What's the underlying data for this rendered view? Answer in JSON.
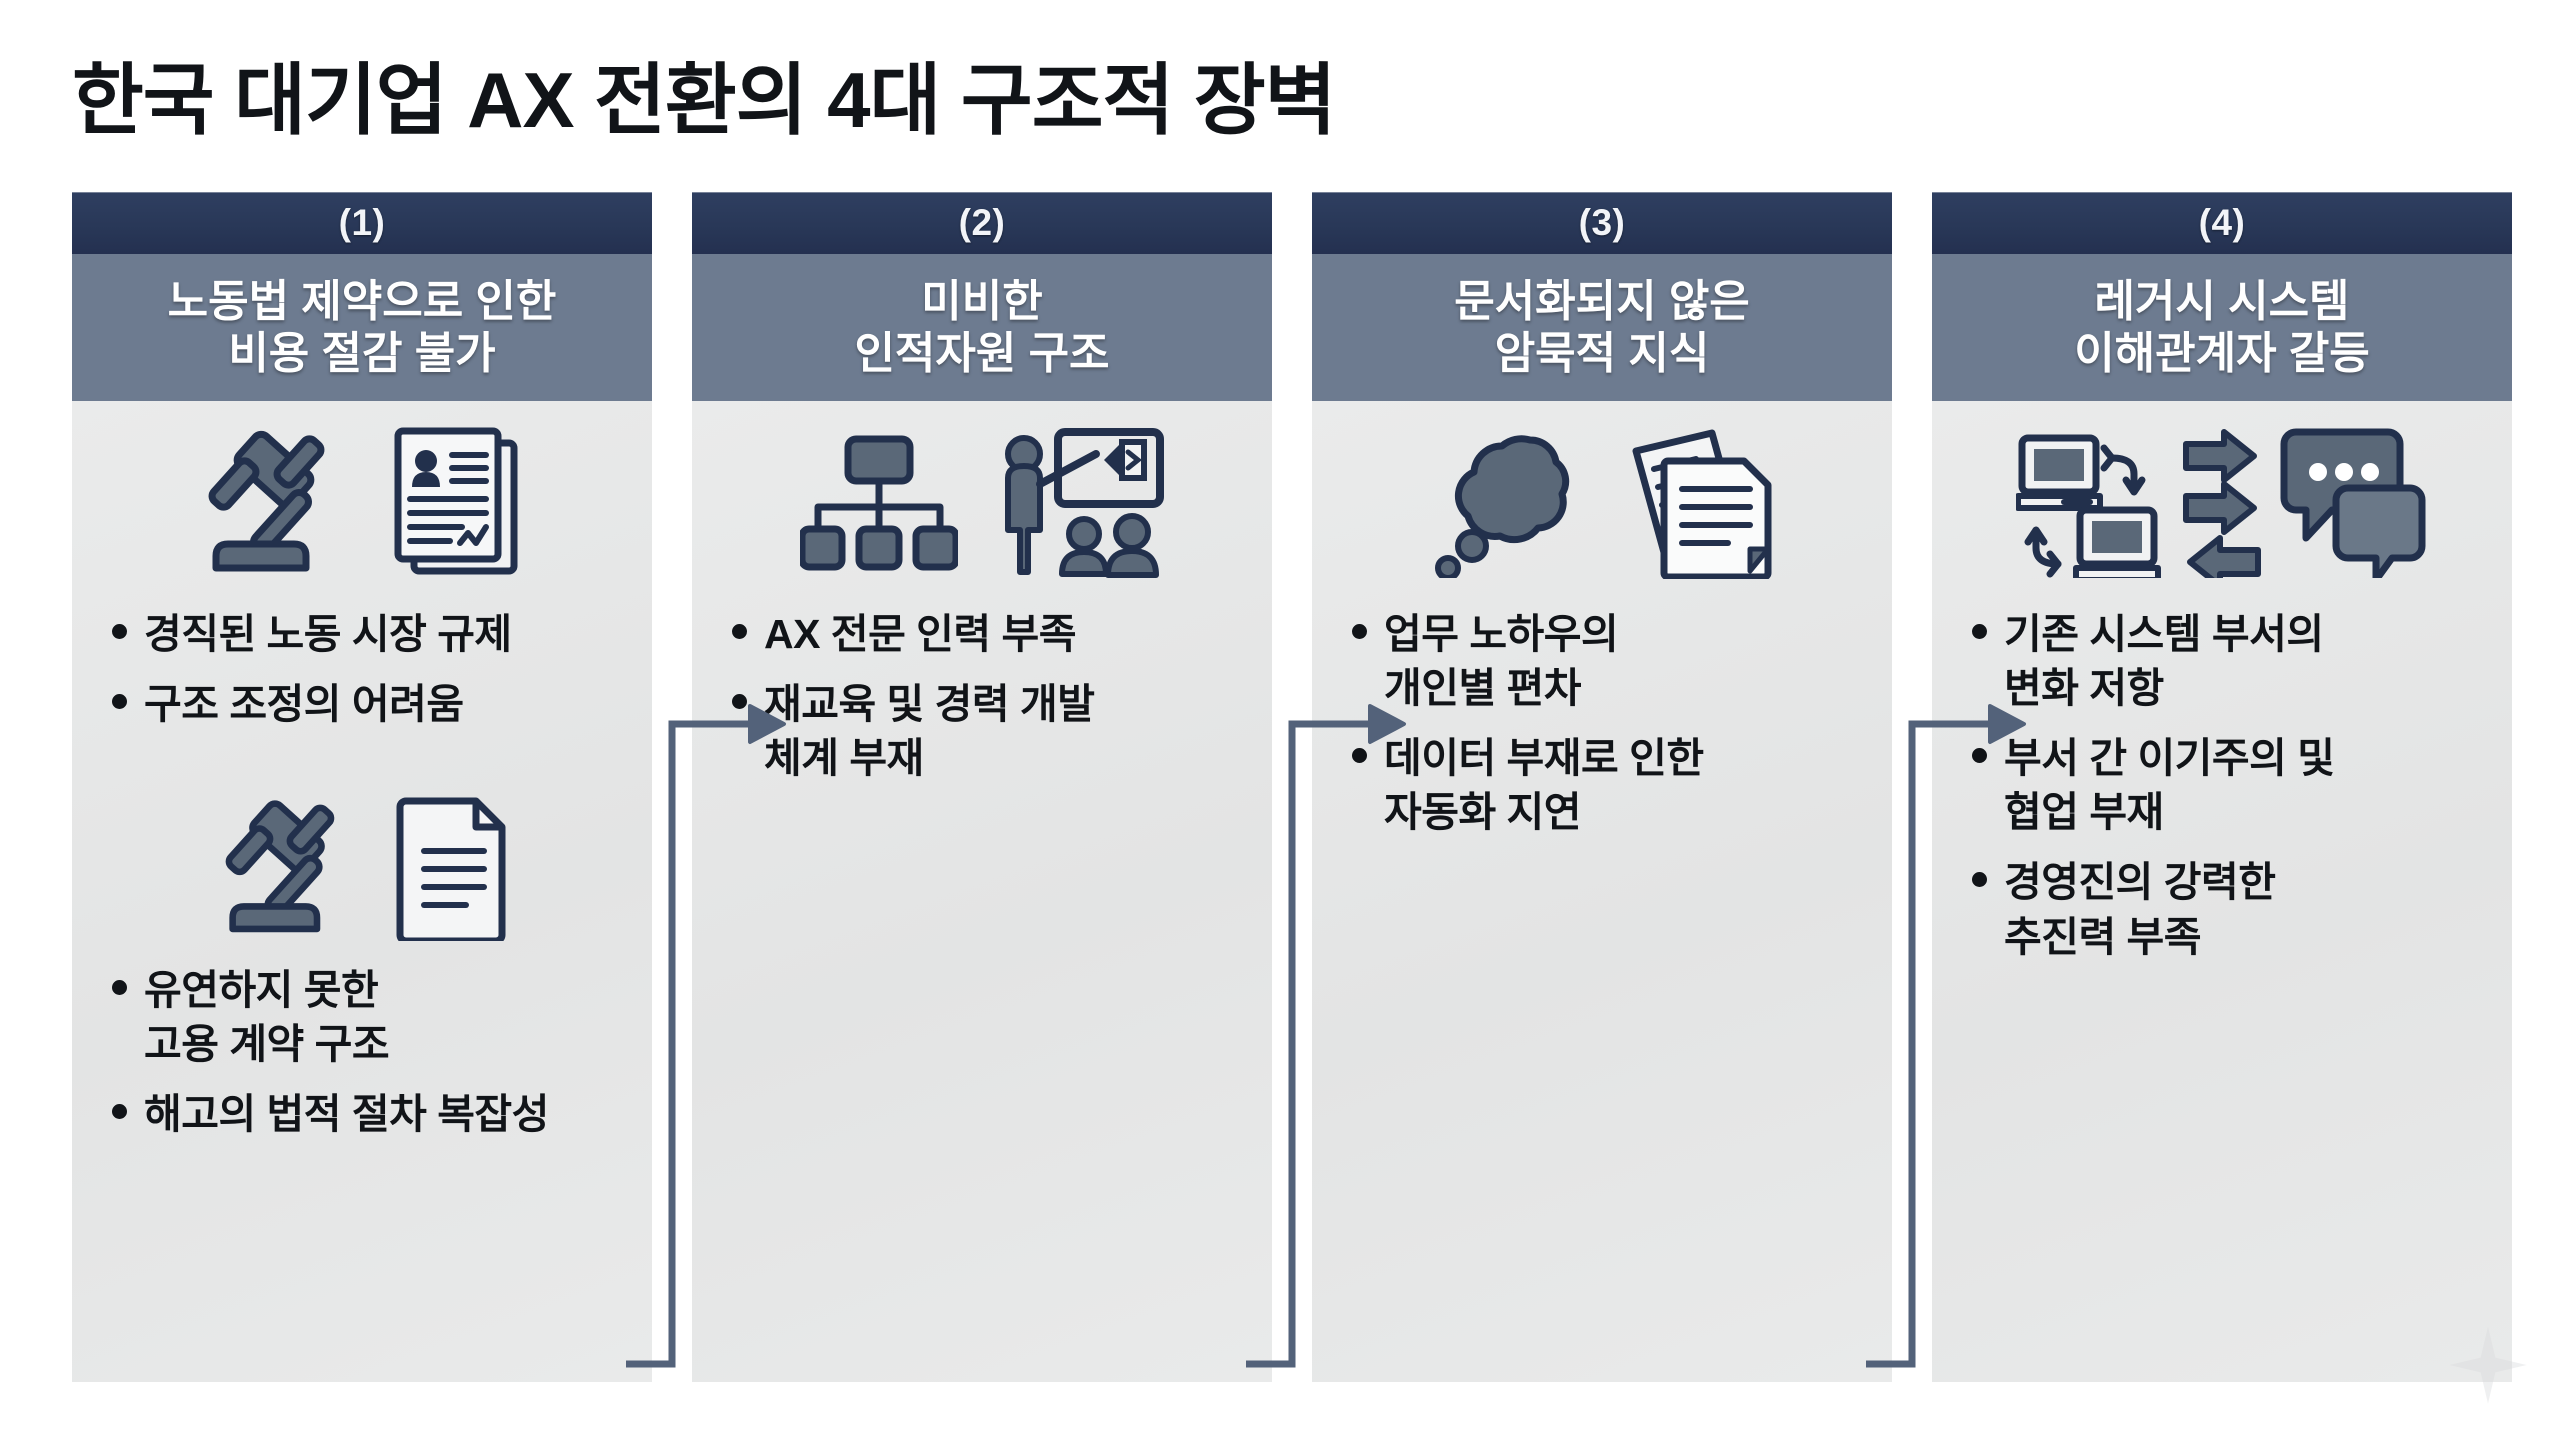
{
  "title": "한국 대기업 AX 전환의 4대 구조적 장벽",
  "colors": {
    "header_navy": "#2a3a5c",
    "title_slate": "#6d7b90",
    "body_gray": "#e7e8e8",
    "text_dark": "#111418",
    "icon_dark": "#22304c",
    "icon_slate": "#5a6878",
    "connector": "#53627a",
    "page_background": "#ffffff"
  },
  "columns": [
    {
      "number": "(1)",
      "title_line1": "노동법 제약으로 인한",
      "title_line2": "비용 절감 불가",
      "icons_primary": [
        "gavel-icon",
        "resume-document-icon"
      ],
      "icons_secondary": [
        "gavel-icon",
        "document-icon"
      ],
      "bullets_first": [
        {
          "line1": "경직된 노동 시장 규제",
          "line2": ""
        },
        {
          "line1": "구조 조정의 어려움",
          "line2": ""
        }
      ],
      "bullets_second": [
        {
          "line1": "유연하지 못한",
          "line2": "고용 계약 구조"
        },
        {
          "line1": "해고의 법적 절차 복잡성",
          "line2": ""
        }
      ]
    },
    {
      "number": "(2)",
      "title_line1": "미비한",
      "title_line2": "인적자원 구조",
      "icons_primary": [
        "org-chart-icon",
        "training-presenter-icon"
      ],
      "icons_secondary": [],
      "bullets_first": [
        {
          "line1": "AX 전문 인력 부족",
          "line2": ""
        },
        {
          "line1": "재교육 및 경력 개발",
          "line2": "체계 부재"
        }
      ],
      "bullets_second": []
    },
    {
      "number": "(3)",
      "title_line1": "문서화되지 않은",
      "title_line2": "암묵적 지식",
      "icons_primary": [
        "thought-bubble-icon",
        "stacked-documents-icon"
      ],
      "icons_secondary": [],
      "bullets_first": [
        {
          "line1": "업무 노하우의",
          "line2": "개인별 편차"
        },
        {
          "line1": "데이터 부재로 인한",
          "line2": "자동화 지연"
        }
      ],
      "bullets_second": []
    },
    {
      "number": "(4)",
      "title_line1": "레거시 시스템",
      "title_line2": "이해관계자 갈등",
      "icons_primary": [
        "legacy-computers-sync-icon",
        "arrows-exchange-icon",
        "speech-bubbles-icon"
      ],
      "icons_secondary": [],
      "bullets_first": [
        {
          "line1": "기존 시스템 부서의",
          "line2": "변화 저항"
        },
        {
          "line1": "부서 간 이기주의 및",
          "line2": "협업 부재"
        },
        {
          "line1": "경영진의 강력한",
          "line2": "추진력 부족"
        }
      ],
      "bullets_second": []
    }
  ],
  "connectors": [
    {
      "name": "connector-1-to-2",
      "from": "(1)",
      "to": "(2)"
    },
    {
      "name": "connector-2-to-3",
      "from": "(2)",
      "to": "(3)"
    },
    {
      "name": "connector-3-to-4",
      "from": "(3)",
      "to": "(4)"
    }
  ]
}
